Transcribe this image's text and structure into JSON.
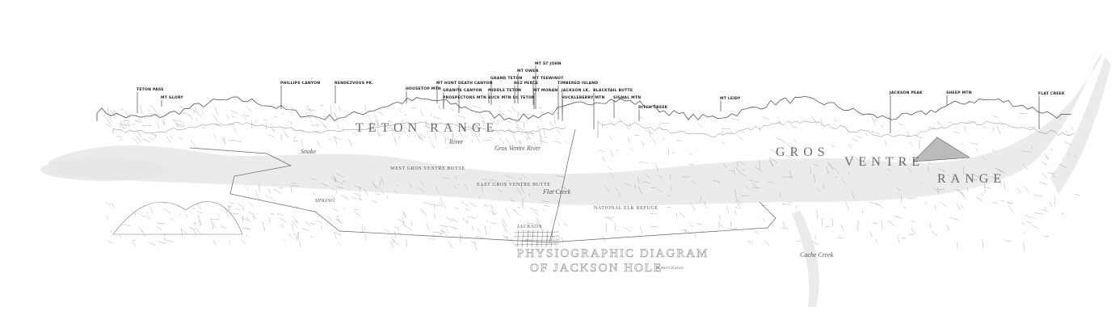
{
  "title": {
    "line1": "PHYSIOGRAPHIC DIAGRAM",
    "line2": "OF JACKSON HOLE",
    "signature": "Robert Eaton"
  },
  "peak_labels": [
    "TETON PASS",
    "MT GLORY",
    "PHILLIPS CANYON",
    "RENDEZVOUS PK.",
    "HOUSETOP MTN",
    "MT HUNT",
    "DEATH CANYON",
    "GRANITE CANYON",
    "PROSPECTORS MTN  BUCK MTN  SO TETON",
    "GRAND TETON",
    "NEZ PERCE",
    "MT TEEWINOT",
    "MIDDLE TETON",
    "MT OWEN",
    "MT MORAN",
    "MT ST JOHN",
    "TIMBERED ISLAND",
    "JACKSON LK.",
    "HUCKLEBERRY MTN",
    "BLACKTAIL BUTTE",
    "SIGNAL MTN",
    "DITCH CREEK",
    "MT LEIDY",
    "JACKSON PEAK",
    "SHEEP MTN",
    "FLAT CREEK"
  ],
  "regions": {
    "teton_range": "TETON RANGE",
    "gros_ventre_range_1": "GROS",
    "gros_ventre_range_2": "VENTRE",
    "gros_ventre_range_3": "RANGE"
  },
  "features": {
    "snake_river": "Snake",
    "snake_river_2": "River",
    "gros_ventre_river": "Gros Ventre River",
    "west_butte": "WEST GROS VENTRE BUTTE",
    "east_butte": "EAST GROS VENTRE BUTTE",
    "elk_refuge": "NATIONAL ELK REFUGE",
    "jackson": "JACKSON",
    "flat_creek": "Flat Creek",
    "spring": "SPRING",
    "cache_creek": "Cache Creek"
  },
  "colors": {
    "ink": "#333333",
    "watermark": "#e4e4e4"
  }
}
